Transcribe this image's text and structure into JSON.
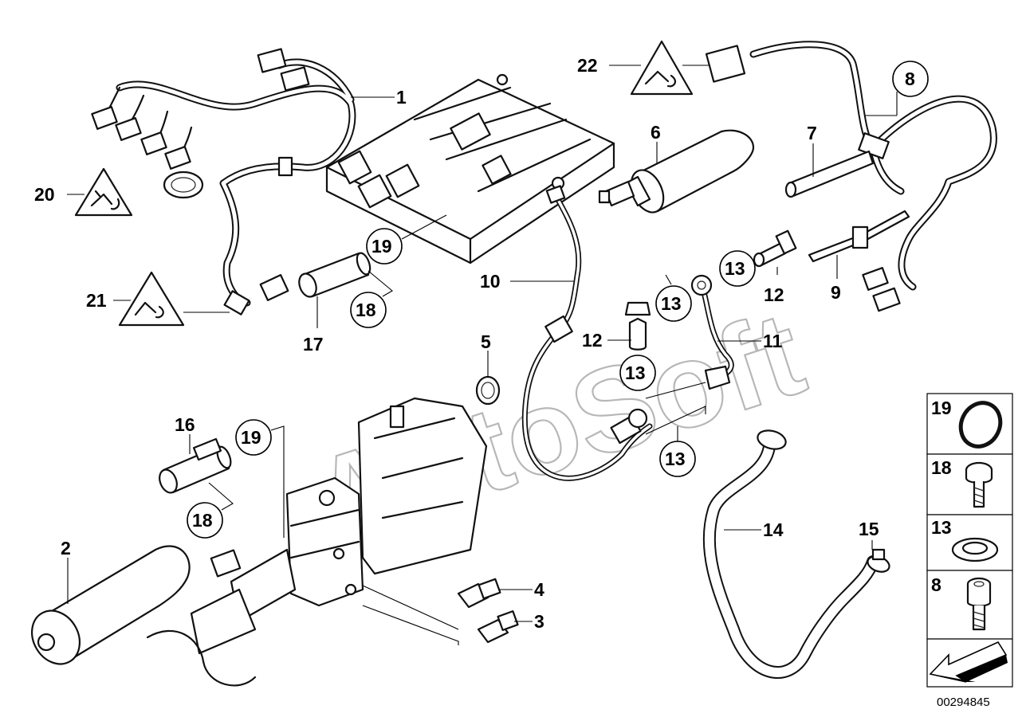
{
  "watermark": "AutoSoft",
  "reference_number": "00294845",
  "labels": {
    "p1": "1",
    "p2": "2",
    "p3": "3",
    "p4": "4",
    "p5": "5",
    "p6": "6",
    "p7": "7",
    "p8": "8",
    "p9": "9",
    "p10": "10",
    "p11": "11",
    "p12a": "12",
    "p12b": "12",
    "p13a": "13",
    "p13b": "13",
    "p13c": "13",
    "p13d": "13",
    "p14": "14",
    "p15": "15",
    "p16": "16",
    "p17": "17",
    "p18a": "18",
    "p18b": "18",
    "p19a": "19",
    "p19b": "19",
    "p20": "20",
    "p21": "21",
    "p22": "22"
  },
  "legend": [
    {
      "number": "19",
      "icon": "o-ring-icon"
    },
    {
      "number": "18",
      "icon": "torx-bolt-icon"
    },
    {
      "number": "13",
      "icon": "seal-ring-icon"
    },
    {
      "number": "8",
      "icon": "socket-bolt-icon"
    }
  ]
}
